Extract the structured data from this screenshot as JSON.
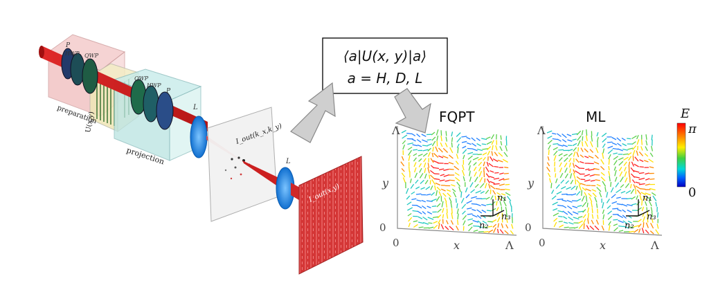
{
  "optics": {
    "preparation_label": "preparation",
    "projection_label": "projection",
    "u_label": "U(x,y)",
    "p1_label": "P",
    "hwp1_label": "HWP",
    "qwp1_label": "QWP",
    "qwp2_label": "QWP",
    "hwp2_label": "HWP",
    "p2_label": "P",
    "lens1_label": "L",
    "lens2_label": "L",
    "screen1_label": "I_out(k_x,k_y)",
    "screen2_label": "I_out(x,y)"
  },
  "formula": {
    "line1": "⟨a|U(x, y)|a⟩",
    "line2": "a = H, D, L"
  },
  "panels": [
    {
      "title": "FQPT",
      "axis_y": "y",
      "axis_x": "x",
      "origin_y": "0",
      "origin_x": "0",
      "lambda_x": "Λ",
      "lambda_y": "Λ",
      "n1": "n₁",
      "n2": "n₂",
      "n3": "n₃"
    },
    {
      "title": "ML",
      "axis_y": "y",
      "axis_x": "x",
      "origin_y": "0",
      "origin_x": "0",
      "lambda_x": "Λ",
      "lambda_y": "Λ",
      "n1": "n₁",
      "n2": "n₂",
      "n3": "n₃"
    }
  ],
  "colorbar": {
    "label": "E",
    "max_label": "π",
    "min_label": "0",
    "colors": [
      "#ff0000",
      "#ff8000",
      "#ffee00",
      "#40d040",
      "#00d8d8",
      "#0060ff",
      "#0000c0"
    ]
  },
  "colors": {
    "beam": "#d81f1f",
    "lens": "#1f8de8",
    "preparation_box": "#f3c9c9",
    "projection_box": "#c8ecea",
    "modulator_box": "#f3ecc4",
    "arrow_fill": "#cfcfcf"
  }
}
